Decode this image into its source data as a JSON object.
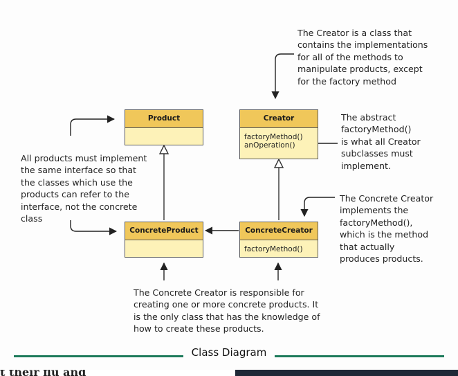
{
  "classes": {
    "product": {
      "name": "Product",
      "body": ""
    },
    "creator": {
      "name": "Creator",
      "body": "factoryMethod()\nanOperation()"
    },
    "concrete_product": {
      "name": "ConcreteProduct",
      "body": ""
    },
    "concrete_creator": {
      "name": "ConcreteCreator",
      "body": "factoryMethod()"
    }
  },
  "notes": {
    "creator_note": "The Creator is a class that\ncontains the implementations\nfor all of the methods to\nmanipulate products, except\nfor the factory method",
    "abstract_note": "The abstract\nfactoryMethod()\nis what all Creator\nsubclasses must\nimplement.",
    "products_note": "All products must implement\nthe same interface so that\nthe classes which use the\nproducts can refer to the\ninterface, not the concrete\nclass",
    "concrete_creator_note": "The Concrete Creator\nimplements the\nfactoryMethod(),\nwhich is the method\nthat actually\nproduces products.",
    "bottom_note": "The Concrete Creator is responsible for\ncreating one or more concrete products. It\nis the only class that has the knowledge of\nhow to create these products."
  },
  "caption": "Class Diagram",
  "bottom_fragment": "t their flu and",
  "colors": {
    "class_header": "#f0c75a",
    "class_body": "#fdf2b8",
    "rule": "#1d7a5a"
  }
}
